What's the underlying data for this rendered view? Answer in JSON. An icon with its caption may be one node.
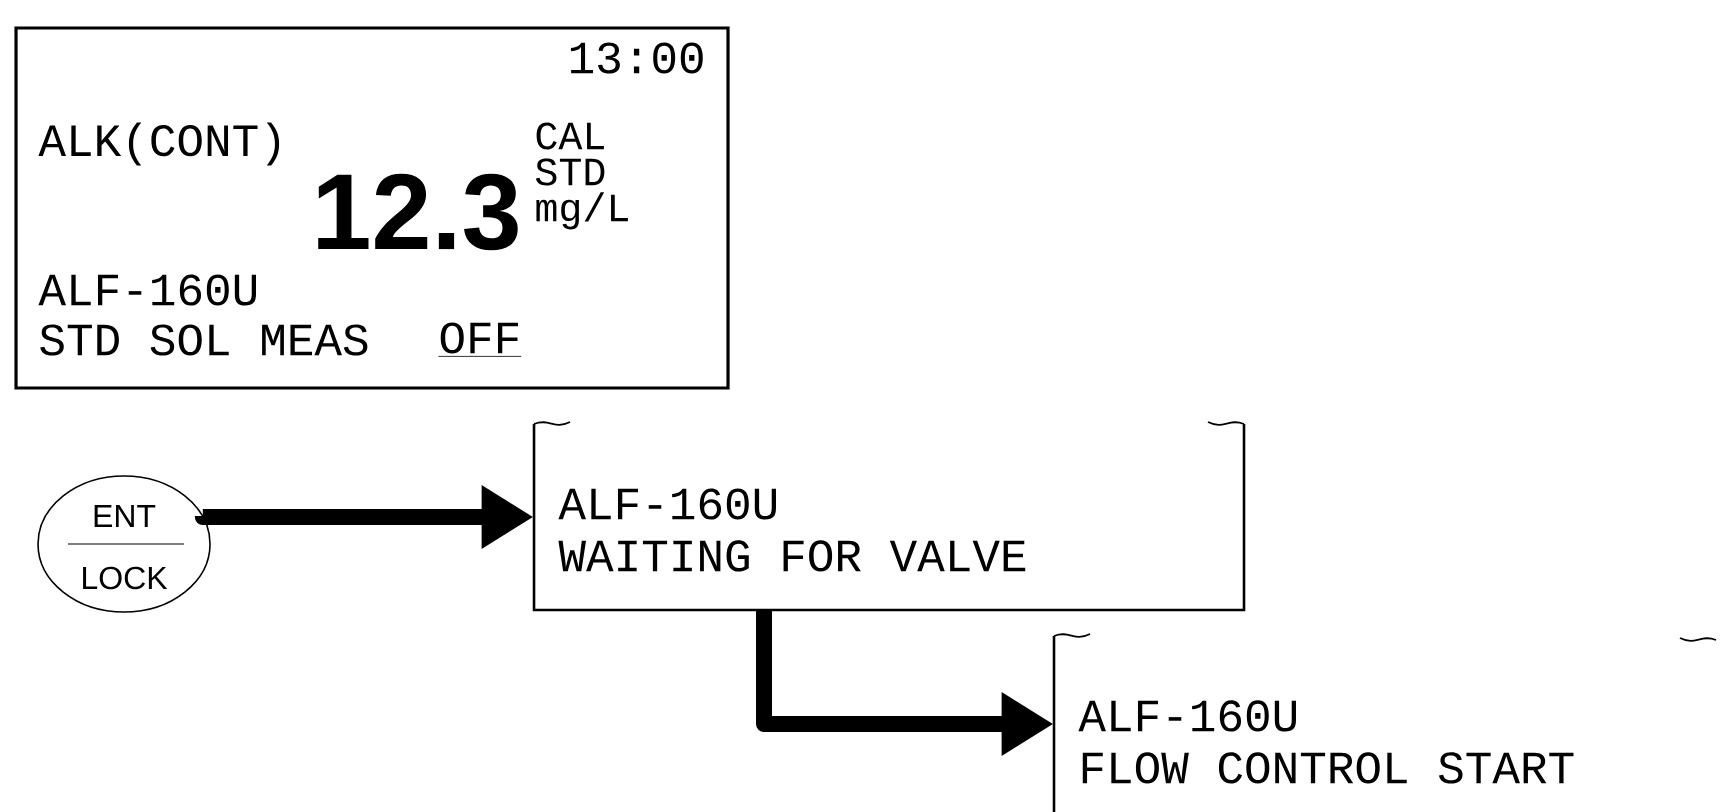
{
  "diagram": {
    "nodes": [
      {
        "text": [
          "13:00",
          "ALK(CONT)",
          "12.3",
          "CAL STD mg/L",
          "ALF-160U",
          "STD SOL MEAS",
          "OFF"
        ]
      },
      {
        "text": [
          "ENT",
          "LOCK"
        ]
      },
      {
        "text": [
          "ALF-160U",
          "WAITING FOR VALVE"
        ]
      },
      {
        "text": [
          "ALF-160U",
          "FLOW CONTROL START"
        ]
      }
    ],
    "edges": [
      {
        "from": 1,
        "to": 2,
        "arrow": "to"
      },
      {
        "from": 2,
        "to": 3,
        "arrow": "to"
      }
    ]
  }
}
